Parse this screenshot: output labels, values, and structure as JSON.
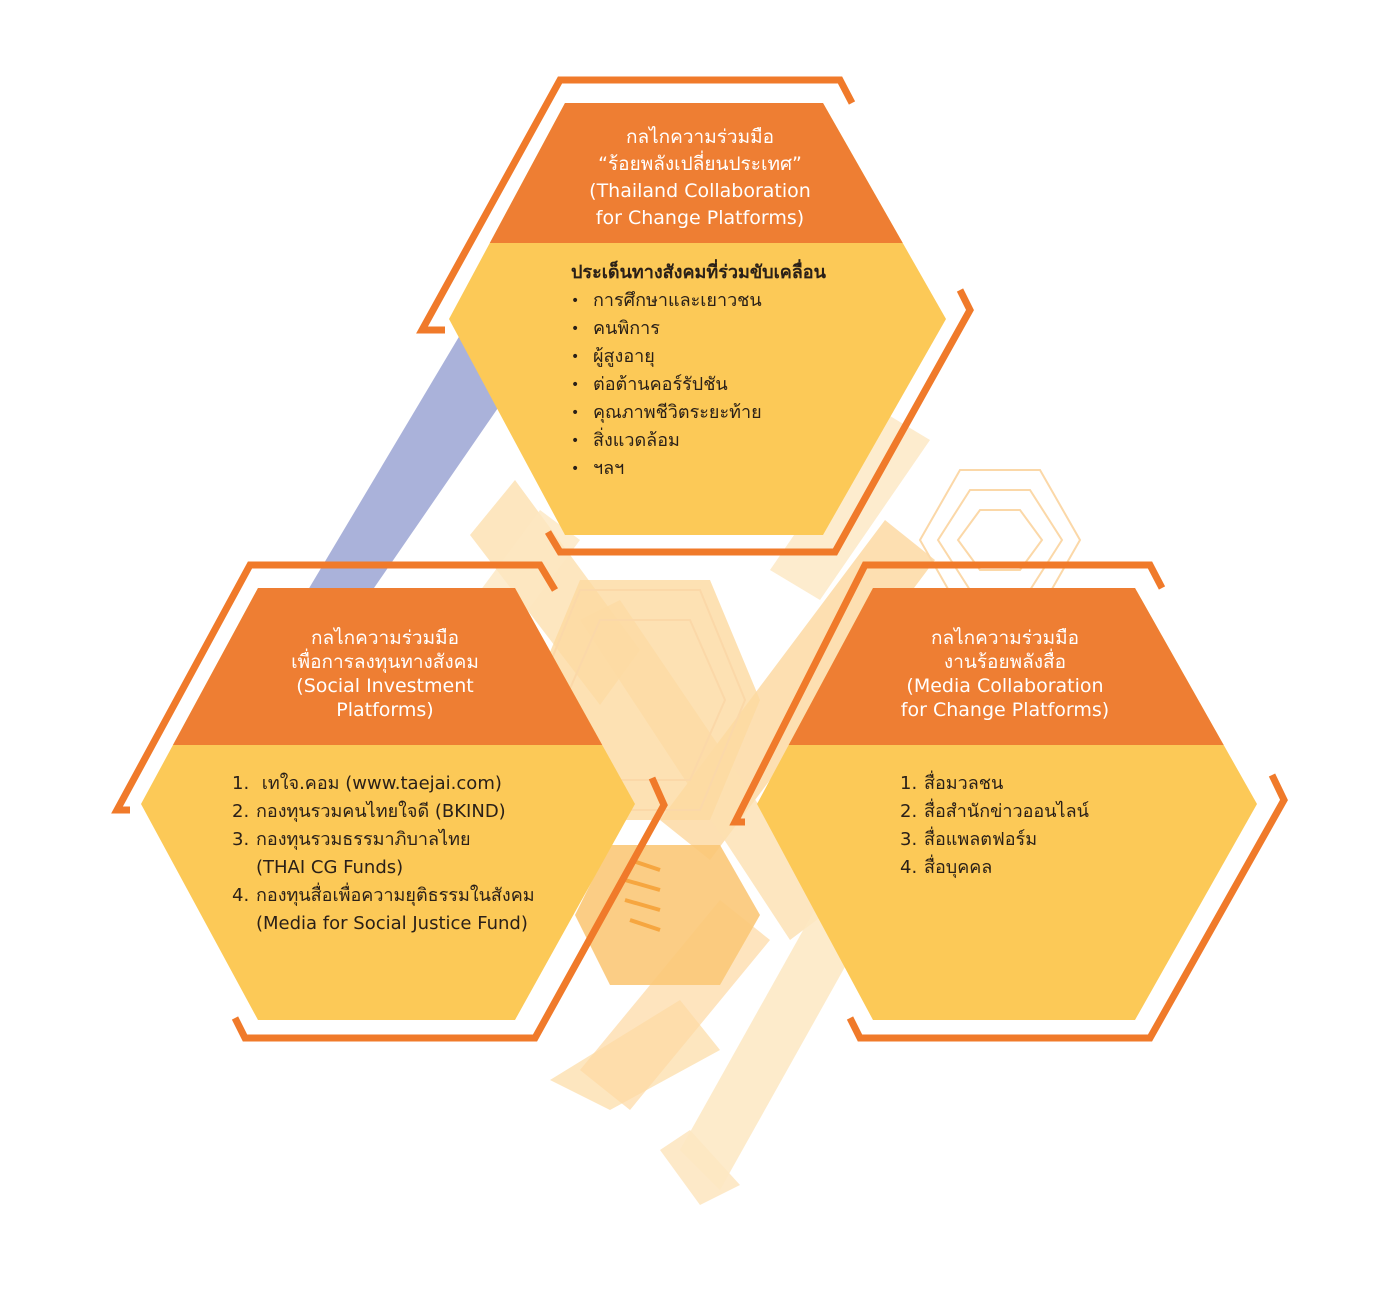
{
  "colors": {
    "orange": "#ee7e33",
    "orange_frame": "#f07a2a",
    "yellow": "#fcc957",
    "pale_orange": "#fdd9a3",
    "blue": "#aab2da",
    "title_text": "#ffffff",
    "body_text": "#2a2018"
  },
  "top": {
    "title": [
      "กลไกความร่วมมือ",
      "“ร้อยพลังเปลี่ยนประเทศ”",
      "(Thailand Collaboration",
      "for Change Platforms)"
    ],
    "heading": "ประเด็นทางสังคมที่ร่วมขับเคลื่อน",
    "bullet": "•",
    "items": [
      "การศึกษาและเยาวชน",
      "คนพิการ",
      "ผู้สูงอายุ",
      "ต่อต้านคอร์รัปชัน",
      "คุณภาพชีวิตระยะท้าย",
      "สิ่งแวดล้อม",
      "ฯลฯ"
    ]
  },
  "left": {
    "title": [
      "กลไกความร่วมมือ",
      "เพื่อการลงทุนทางสังคม",
      "(Social Investment",
      "Platforms)"
    ],
    "items": [
      {
        "num": "1.",
        "lines": [
          " เทใจ.คอม (www.taejai.com)"
        ]
      },
      {
        "num": "2.",
        "lines": [
          "กองทุนรวมคนไทยใจดี (BKIND)"
        ]
      },
      {
        "num": "3.",
        "lines": [
          "กองทุนรวมธรรมาภิบาลไทย",
          "(THAI CG Funds)"
        ]
      },
      {
        "num": "4.",
        "lines": [
          "กองทุนสื่อเพื่อความยุติธรรมในสังคม",
          "(Media for Social Justice Fund)"
        ]
      }
    ]
  },
  "right": {
    "title": [
      "กลไกความร่วมมือ",
      "งานร้อยพลังสื่อ",
      "(Media Collaboration",
      "for Change Platforms)"
    ],
    "items": [
      {
        "num": "1.",
        "lines": [
          "สื่อมวลชน"
        ]
      },
      {
        "num": "2.",
        "lines": [
          "สื่อสำนักข่าวออนไลน์"
        ]
      },
      {
        "num": "3.",
        "lines": [
          "สื่อแพลตฟอร์ม"
        ]
      },
      {
        "num": "4.",
        "lines": [
          "สื่อบุคคล"
        ]
      }
    ]
  }
}
